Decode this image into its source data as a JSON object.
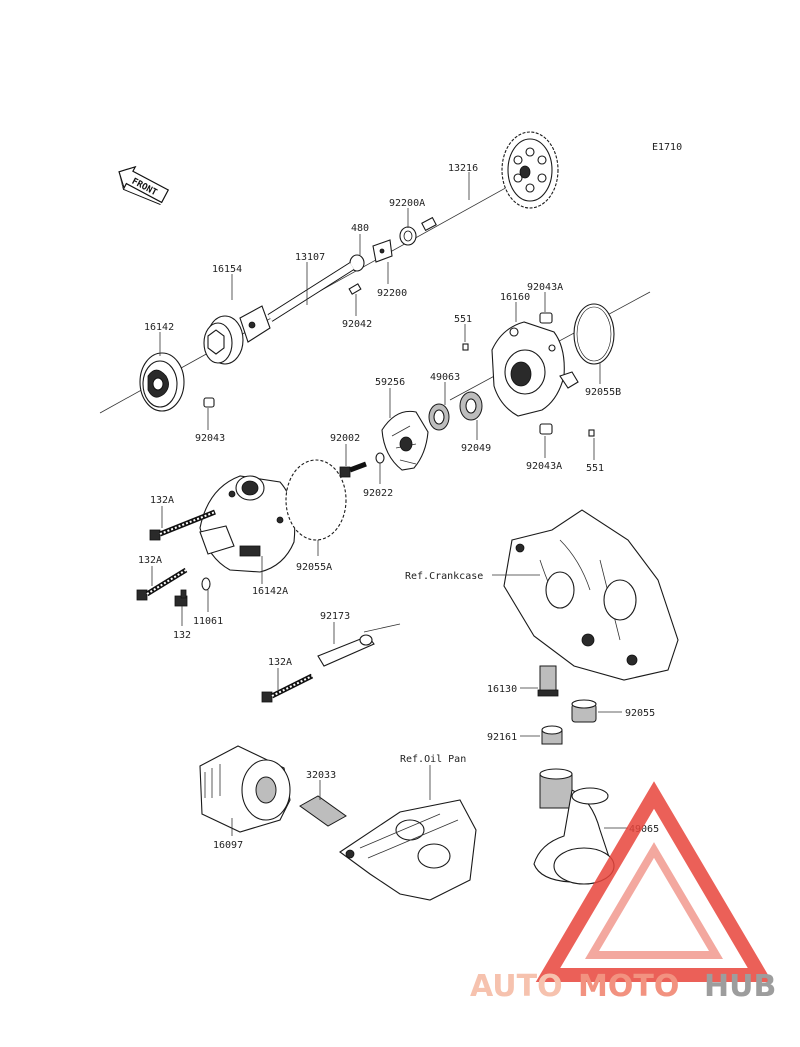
{
  "diagram_code": "E1710",
  "front_marker": "FRONT",
  "refs": {
    "crankcase": "Ref.Crankcase",
    "oil_pan": "Ref.Oil Pan"
  },
  "part_labels": {
    "p13216": "13216",
    "p92200A": "92200A",
    "p480": "480",
    "p92200": "92200",
    "p13107": "13107",
    "p16154": "16154",
    "p92042": "92042",
    "p16142": "16142",
    "p92043": "92043",
    "p551_top": "551",
    "p92043A_top": "92043A",
    "p16160": "16160",
    "p92055B": "92055B",
    "p49063": "49063",
    "p59256": "59256",
    "p92049": "92049",
    "p92043A_bot": "92043A",
    "p551_bot": "551",
    "p92002": "92002",
    "p92022": "92022",
    "p132A_1": "132A",
    "p132A_2": "132A",
    "p132A_3": "132A",
    "p92055A": "92055A",
    "p16142A": "16142A",
    "p11061": "11061",
    "p132": "132",
    "p92173": "92173",
    "p16130": "16130",
    "p92055": "92055",
    "p92161": "92161",
    "p49065": "49065",
    "p32033": "32033",
    "p16097": "16097"
  },
  "watermark": {
    "auto": "AUTO",
    "moto": "MOTO",
    "hub": "HUB",
    "colors": {
      "auto": "#f5b8a0",
      "moto": "#f07f6b",
      "hub": "#8c8c8c",
      "triangle": "#e8453c"
    }
  }
}
